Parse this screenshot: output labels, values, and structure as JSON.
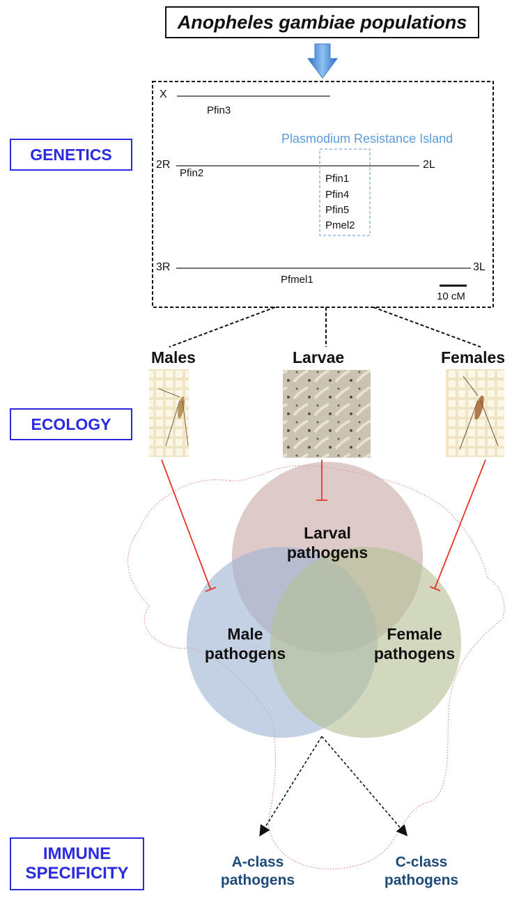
{
  "title": "Anopheles gambiae populations",
  "sections": {
    "genetics": "GENETICS",
    "ecology": "ECOLOGY",
    "immune_line1": "IMMUNE",
    "immune_line2": "SPECIFICITY"
  },
  "genetic_map": {
    "chromosomes": [
      {
        "label_left": "X",
        "label_right": "",
        "genes": [
          "Pfin3"
        ]
      },
      {
        "label_left": "2R",
        "label_right": "2L",
        "genes": [
          "Pfin2"
        ]
      },
      {
        "label_left": "3R",
        "label_right": "3L",
        "genes": [
          "Pfmel1"
        ]
      }
    ],
    "island_title": "Plasmodium Resistance Island",
    "island_genes": [
      "Pfin1",
      "Pfin4",
      "Pfin5",
      "Pmel2"
    ],
    "scale_bar": "10 cM"
  },
  "ecology": {
    "groups": [
      "Males",
      "Larvae",
      "Females"
    ]
  },
  "venn": {
    "larval": [
      "Larval",
      "pathogens"
    ],
    "male": [
      "Male",
      "pathogens"
    ],
    "female": [
      "Female",
      "pathogens"
    ],
    "colors": {
      "larval": "#c9a9a6",
      "male": "#9fb5d3",
      "female": "#b4c095"
    }
  },
  "immune_classes": [
    [
      "A-class",
      "pathogens"
    ],
    [
      "C-class",
      "pathogens"
    ]
  ],
  "colors": {
    "label_blue": "#2a2ae0",
    "island_blue": "#5c9ad9",
    "arrow_blue": "#4a90d9",
    "inhibit_red": "#e8352a"
  }
}
